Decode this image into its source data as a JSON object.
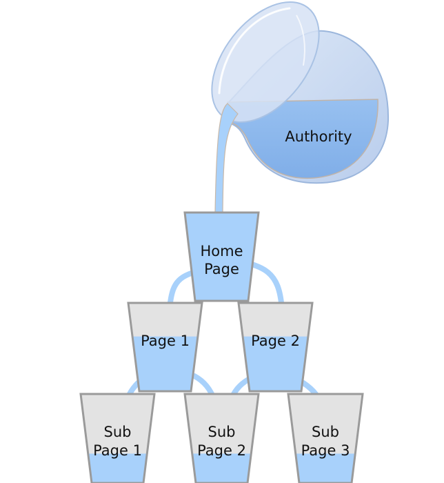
{
  "diagram": {
    "title": "Authority flow from pitcher through site hierarchy",
    "source": {
      "label": "Authority",
      "icon": "pitcher-icon"
    },
    "colors": {
      "water": "#a8d1fb",
      "cup_empty": "#e3e3e3",
      "cup_border": "#9a9a9a",
      "pitcher_glass": "#c9daf2",
      "pitcher_liquid": "#8fb8ec",
      "pitcher_outline": "#9bb6dc",
      "stream_edge": "#c8b8a8"
    },
    "cups": [
      {
        "id": "home",
        "lines": [
          "Home",
          "Page"
        ],
        "fill_level": 1.0
      },
      {
        "id": "page1",
        "lines": [
          "Page 1"
        ],
        "fill_level": 0.62
      },
      {
        "id": "page2",
        "lines": [
          "Page 2"
        ],
        "fill_level": 0.62
      },
      {
        "id": "sub1",
        "lines": [
          "Sub",
          "Page 1"
        ],
        "fill_level": 0.33
      },
      {
        "id": "sub2",
        "lines": [
          "Sub",
          "Page 2"
        ],
        "fill_level": 0.33
      },
      {
        "id": "sub3",
        "lines": [
          "Sub",
          "Page 3"
        ],
        "fill_level": 0.33
      }
    ],
    "flows": [
      {
        "from": "authority",
        "to": "home"
      },
      {
        "from": "home",
        "to": "page1"
      },
      {
        "from": "home",
        "to": "page2"
      },
      {
        "from": "page1",
        "to": "sub1"
      },
      {
        "from": "page1",
        "to": "sub2"
      },
      {
        "from": "page2",
        "to": "sub2"
      },
      {
        "from": "page2",
        "to": "sub3"
      }
    ]
  }
}
